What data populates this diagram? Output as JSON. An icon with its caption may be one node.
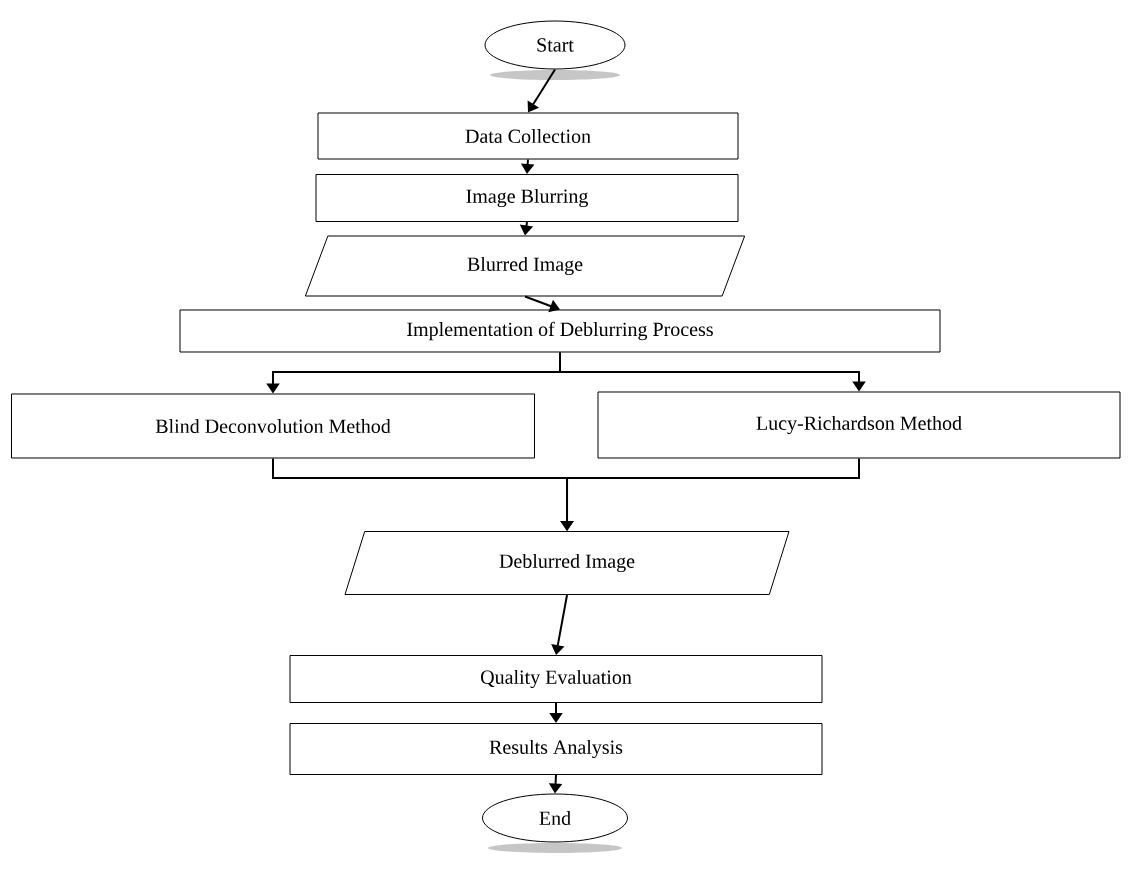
{
  "diagram": {
    "nodes": [
      {
        "text": [
          "Start"
        ]
      },
      {
        "text": [
          "Data Collection"
        ]
      },
      {
        "text": [
          "Image Blurring"
        ]
      },
      {
        "text": [
          "Blurred Image"
        ]
      },
      {
        "text": [
          "Implementation of Deblurring Process"
        ]
      },
      {
        "text": [
          "Blind Deconvolution Method"
        ]
      },
      {
        "text": [
          "Lucy-Richardson Method"
        ]
      },
      {
        "text": [
          "Deblurred Image"
        ]
      },
      {
        "text": [
          "Quality Evaluation"
        ]
      },
      {
        "text": [
          "Results Analysis"
        ]
      },
      {
        "text": [
          "End"
        ]
      }
    ],
    "edges": [
      {
        "from": 0,
        "to": 1,
        "arrow": "to"
      },
      {
        "from": 1,
        "to": 2,
        "arrow": "to"
      },
      {
        "from": 2,
        "to": 3,
        "arrow": "to"
      },
      {
        "from": 3,
        "to": 4,
        "arrow": "to"
      },
      {
        "from": 4,
        "to": 5,
        "arrow": "to"
      },
      {
        "from": 4,
        "to": 6,
        "arrow": "to"
      },
      {
        "from": 5,
        "to": 7,
        "arrow": "to"
      },
      {
        "from": 6,
        "to": 7,
        "arrow": "to"
      },
      {
        "from": 7,
        "to": 8,
        "arrow": "to"
      },
      {
        "from": 8,
        "to": 9,
        "arrow": "to"
      },
      {
        "from": 9,
        "to": 10,
        "arrow": "to"
      }
    ]
  }
}
